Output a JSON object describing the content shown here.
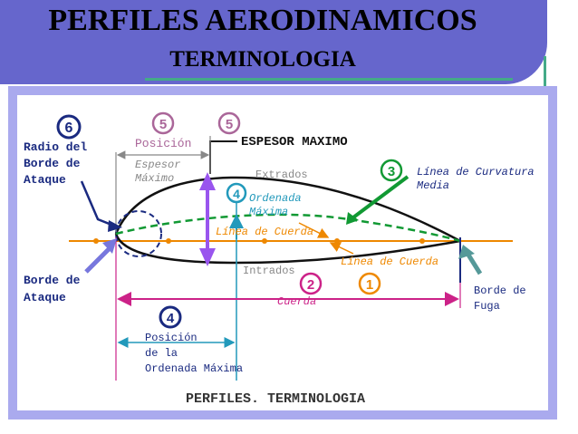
{
  "header": {
    "title": "PERFILES AERODINAMICOS",
    "subtitle": "TERMINOLOGIA"
  },
  "diagram": {
    "caption": "PERFILES. TERMINOLOGIA",
    "labels": {
      "radio_borde_1": "Radio del",
      "radio_borde_2": "Borde de",
      "radio_borde_3": "Ataque",
      "posicion_1": "Posición",
      "posicion_2": "Espesor",
      "posicion_3": "Máximo",
      "espesor_max": "ESPESOR MAXIMO",
      "extrados": "Extrados",
      "curvatura_1": "Línea de Curvatura",
      "curvatura_2": "Media",
      "ordenada_1": "Ordenada",
      "ordenada_2": "Máxima",
      "linea_cuerda_1": "Línea de Cuerda",
      "linea_cuerda_2": "Línea de Cuerda",
      "intrados": "Intrados",
      "borde_ataque_1": "Borde de",
      "borde_ataque_2": "Ataque",
      "cuerda": "Cuerda",
      "borde_fuga_1": "Borde de",
      "borde_fuga_2": "Fuga",
      "pos_ord_1": "Posición",
      "pos_ord_2": "de la",
      "pos_ord_3": "Ordenada Máxima"
    },
    "badges": {
      "b6": "6",
      "b5a": "5",
      "b5b": "5",
      "b4a": "4",
      "b3": "3",
      "b2": "2",
      "b1": "1",
      "b4b": "4"
    }
  },
  "colors": {
    "band": "#6666cc",
    "frame": "#aaaaee",
    "accent": "#44aa88",
    "navy": "#1a2a80",
    "magenta": "#cc2288",
    "teal": "#2299bb",
    "orange": "#ee8800",
    "purple": "#9955ee",
    "green": "#119933",
    "gray": "#888888"
  }
}
